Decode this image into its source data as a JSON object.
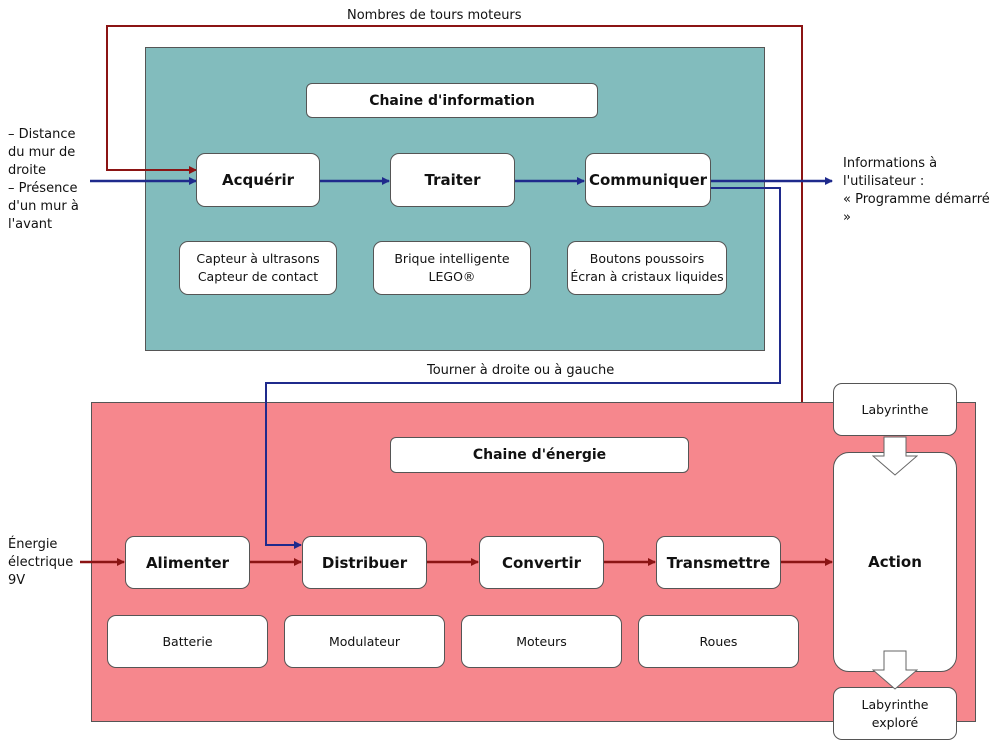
{
  "information_chain": {
    "title": "Chaine d'information",
    "functions": {
      "acquire": "Acquérir",
      "process": "Traiter",
      "communicate": "Communiquer"
    },
    "components": {
      "acquire": "Capteur à ultrasons\nCapteur de contact",
      "process": "Brique intelligente\nLEGO®",
      "communicate": "Boutons poussoirs\nÉcran à cristaux liquides"
    }
  },
  "energy_chain": {
    "title": "Chaine d'énergie",
    "functions": {
      "supply": "Alimenter",
      "distribute": "Distribuer",
      "convert": "Convertir",
      "transmit": "Transmettre",
      "action": "Action"
    },
    "components": {
      "supply": "Batterie",
      "distribute": "Modulateur",
      "convert": "Moteurs",
      "transmit": "Roues"
    }
  },
  "labels": {
    "motor_turns": "Nombres de tours moteurs",
    "inputs": "–  Distance\ndu mur de\ndroite\n–  Présence\nd'un mur à\nl'avant",
    "user_info": "Informations à\nl'utilisateur :\n« Programme démarré »",
    "turn": "Tourner à droite  ou à gauche",
    "energy_input": "Énergie\nélectrique\n9V",
    "maze_in": "Labyrinthe",
    "maze_out": "Labyrinthe\nexploré"
  },
  "colors": {
    "info_panel": "#82bcbd",
    "energy_panel": "#f6878d",
    "info_flow": "#1f2a8c",
    "energy_flow": "#8b1414"
  }
}
